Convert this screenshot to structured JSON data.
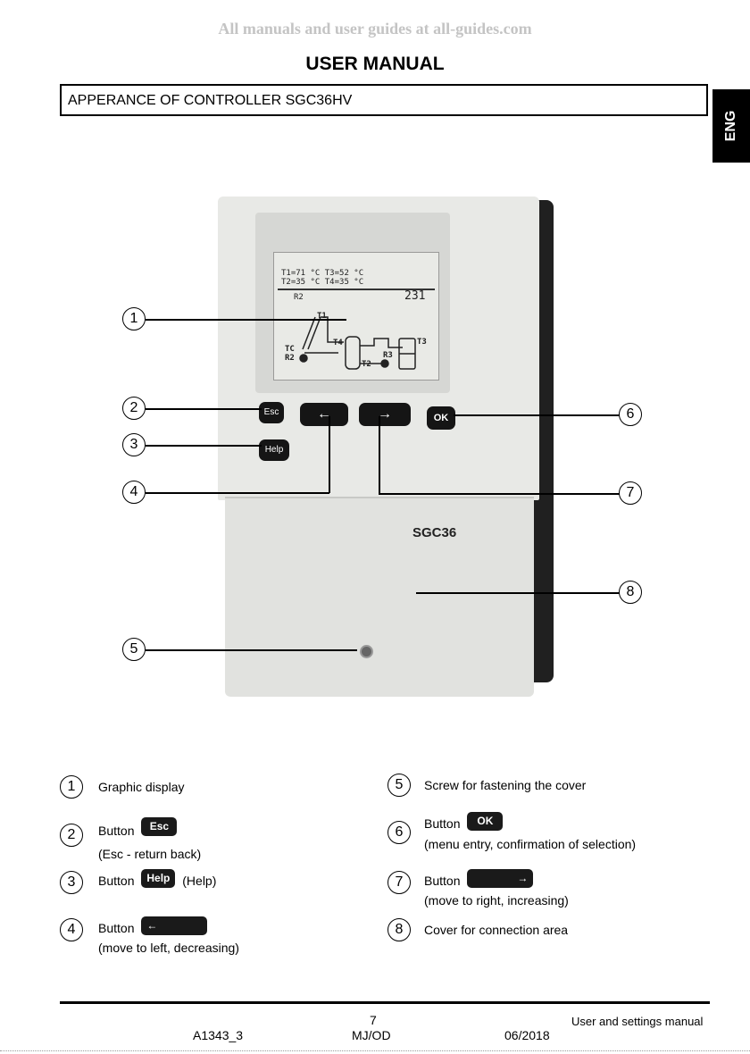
{
  "watermark": "All manuals and user guides at all-guides.com",
  "title": "USER MANUAL",
  "section_title": "APPERANCE OF CONTROLLER SGC36HV",
  "lang_tab": "ENG",
  "device": {
    "lcd": {
      "line1": "T1=71 °C    T3=52 °C",
      "line2": "T2=35 °C    T4=35 °C",
      "relay": "R2",
      "code": "231",
      "t1": "T1",
      "t4": "T4",
      "t3": "T3",
      "tc": "TC",
      "r2": "R2",
      "r3": "R3",
      "t2": "T2"
    },
    "buttons": {
      "esc": "Esc",
      "help": "Help",
      "ok": "OK"
    },
    "brand": "SGC36"
  },
  "callouts": [
    "1",
    "2",
    "3",
    "4",
    "5",
    "6",
    "7",
    "8"
  ],
  "legend": {
    "item1": {
      "num": "1",
      "text": "Graphic display"
    },
    "item2": {
      "num": "2",
      "text": "Button",
      "btn": "Esc",
      "sub": "(Esc - return back)"
    },
    "item3": {
      "num": "3",
      "text": "Button",
      "btn": "Help",
      "after": "(Help)"
    },
    "item4": {
      "num": "4",
      "text": "Button",
      "sub": "(move to left, decreasing)"
    },
    "item5": {
      "num": "5",
      "text": "Screw for fastening the cover"
    },
    "item6": {
      "num": "6",
      "text": "Button",
      "btn": "OK",
      "sub": "(menu entry, confirmation of selection)"
    },
    "item7": {
      "num": "7",
      "text": "Button",
      "sub": "(move to right, increasing)"
    },
    "item8": {
      "num": "8",
      "text": "Cover for connection area"
    }
  },
  "footer": {
    "doc_code": "A1343_3",
    "page": "7",
    "author": "MJ/OD",
    "date": "06/2018",
    "manual_name": "User and settings manual"
  }
}
